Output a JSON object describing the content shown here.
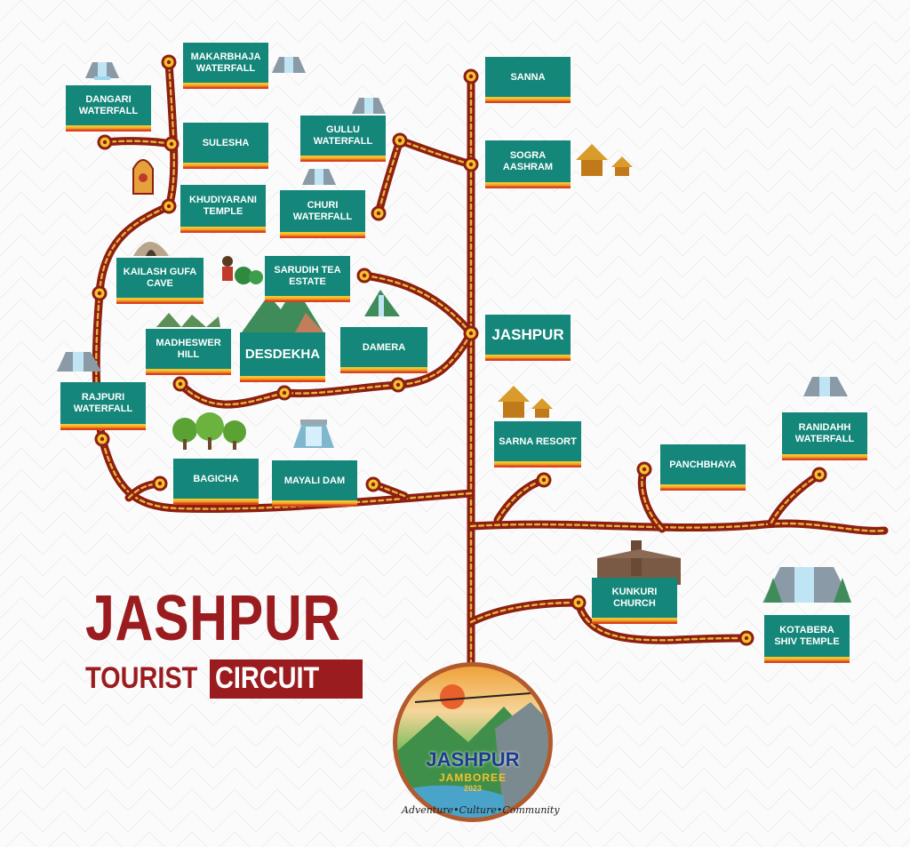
{
  "title": {
    "main": "JASHPUR",
    "sub_left": "TOURIST",
    "sub_right": "CIRCUIT"
  },
  "logo": {
    "word": "JASHPUR",
    "sub": "JAMBOREE",
    "year": "2023",
    "tagline": "Adventure•Culture•Community"
  },
  "places": {
    "makarbhaja": "MAKARBHAJA WATERFALL",
    "dangari": "DANGARI WATERFALL",
    "sulesha": "SULESHA",
    "gullu": "GULLU WATERFALL",
    "khudiyarani": "KHUDIYARANI TEMPLE",
    "churi": "CHURI WATERFALL",
    "sanna": "SANNA",
    "sogra": "SOGRA AASHRAM",
    "kailash": "KAILASH GUFA CAVE",
    "sarudih": "SARUDIH TEA ESTATE",
    "jashpur": "JASHPUR",
    "madheswer": "MADHESWER HILL",
    "desdekha": "DESDEKHA",
    "damera": "DAMERA",
    "rajpuri": "RAJPURI WATERFALL",
    "sarna": "SARNA RESORT",
    "panchbhaya": "PANCHBHAYA",
    "ranidahh": "RANIDAHH WATERFALL",
    "bagicha": "BAGICHA",
    "mayali": "MAYALI DAM",
    "kunkuri": "KUNKURI CHURCH",
    "kotabera": "KOTABERA SHIV TEMPLE"
  },
  "colors": {
    "road": "#8c1f12",
    "road_dash": "#e8b23a",
    "label_bg": "#14867a",
    "title": "#9b1c1f"
  }
}
